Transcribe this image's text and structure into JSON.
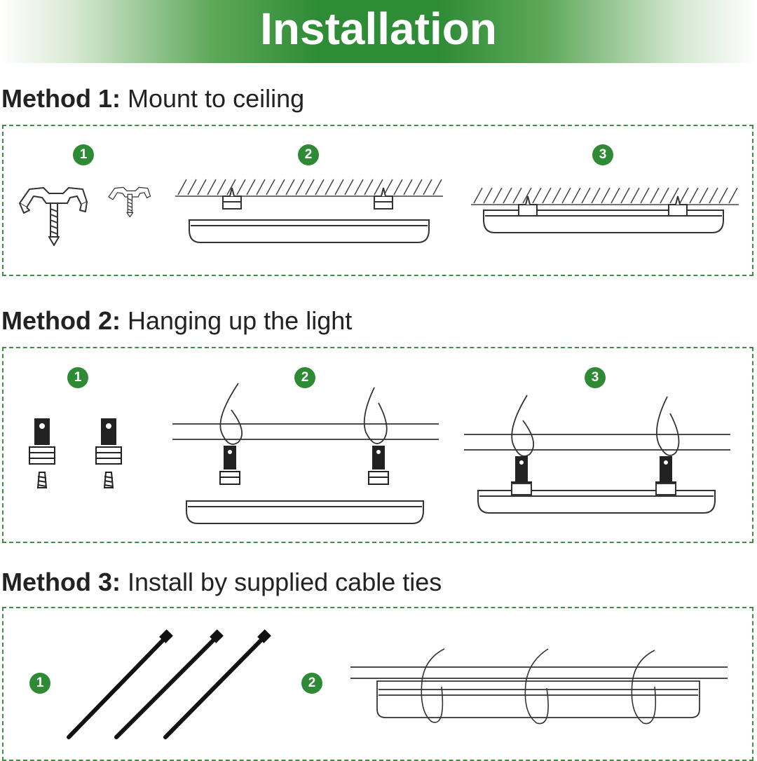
{
  "banner": {
    "title": "Installation"
  },
  "methods": [
    {
      "label": "Method 1:",
      "title": "Mount to ceiling",
      "steps": [
        "1",
        "2",
        "3"
      ]
    },
    {
      "label": "Method 2:",
      "title": "Hanging up the light",
      "steps": [
        "1",
        "2",
        "3"
      ]
    },
    {
      "label": "Method 3:",
      "title": "Install by supplied cable ties",
      "steps": [
        "1",
        "2"
      ]
    }
  ],
  "colors": {
    "accent": "#2f8a35",
    "line": "#333333"
  }
}
